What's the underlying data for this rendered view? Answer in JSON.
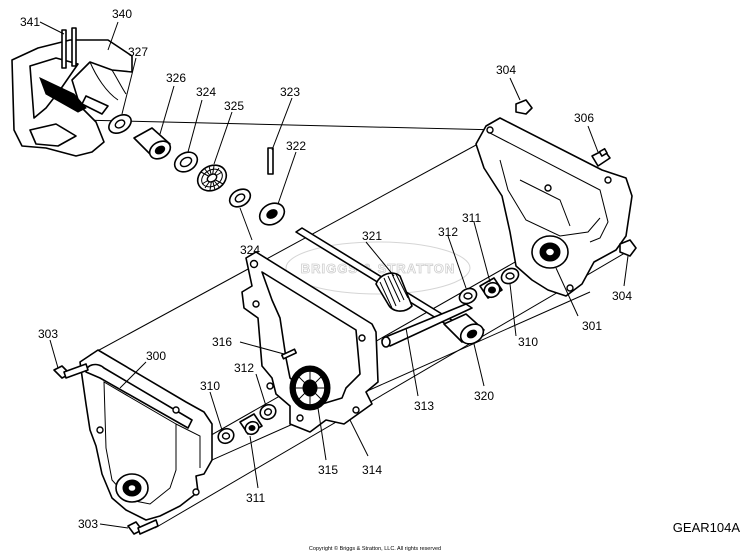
{
  "diagram": {
    "code": "GEAR104A",
    "copyright": "Copyright © Briggs & Stratton, LLC. All rights reserved",
    "watermark": "BRIGGS & STRATTON",
    "callouts": {
      "c341": "341",
      "c340": "340",
      "c327": "327",
      "c326": "326",
      "c324a": "324",
      "c325": "325",
      "c324b": "324",
      "c323": "323",
      "c322": "322",
      "c304a": "304",
      "c306": "306",
      "c304b": "304",
      "c321": "321",
      "c311a": "311",
      "c312a": "312",
      "c310a": "310",
      "c301": "301",
      "c303a": "303",
      "c300": "300",
      "c316": "316",
      "c312b": "312",
      "c310b": "310",
      "c313": "313",
      "c320": "320",
      "c315": "315",
      "c314": "314",
      "c311b": "311",
      "c303b": "303"
    }
  }
}
